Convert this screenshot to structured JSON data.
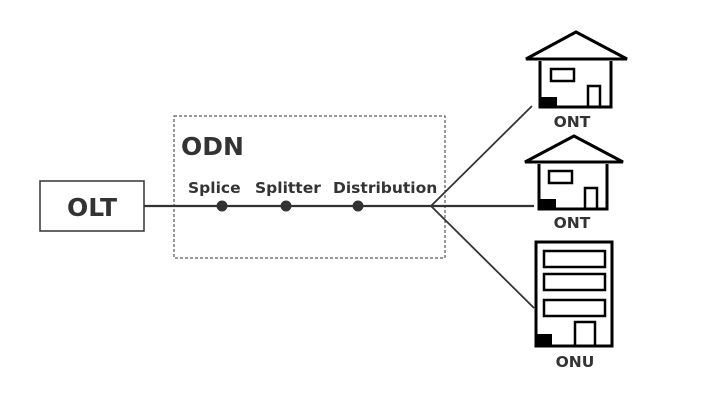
{
  "diagram": {
    "olt": {
      "label": "OLT"
    },
    "odn": {
      "label": "ODN",
      "points": [
        {
          "label": "Splice"
        },
        {
          "label": "Splitter"
        },
        {
          "label": "Distribution"
        }
      ]
    },
    "endpoints": [
      {
        "type": "house",
        "label": "ONT"
      },
      {
        "type": "house",
        "label": "ONT"
      },
      {
        "type": "building",
        "label": "ONU"
      }
    ],
    "colors": {
      "line": "#333333",
      "icon": "#000000",
      "text": "#333333"
    }
  }
}
